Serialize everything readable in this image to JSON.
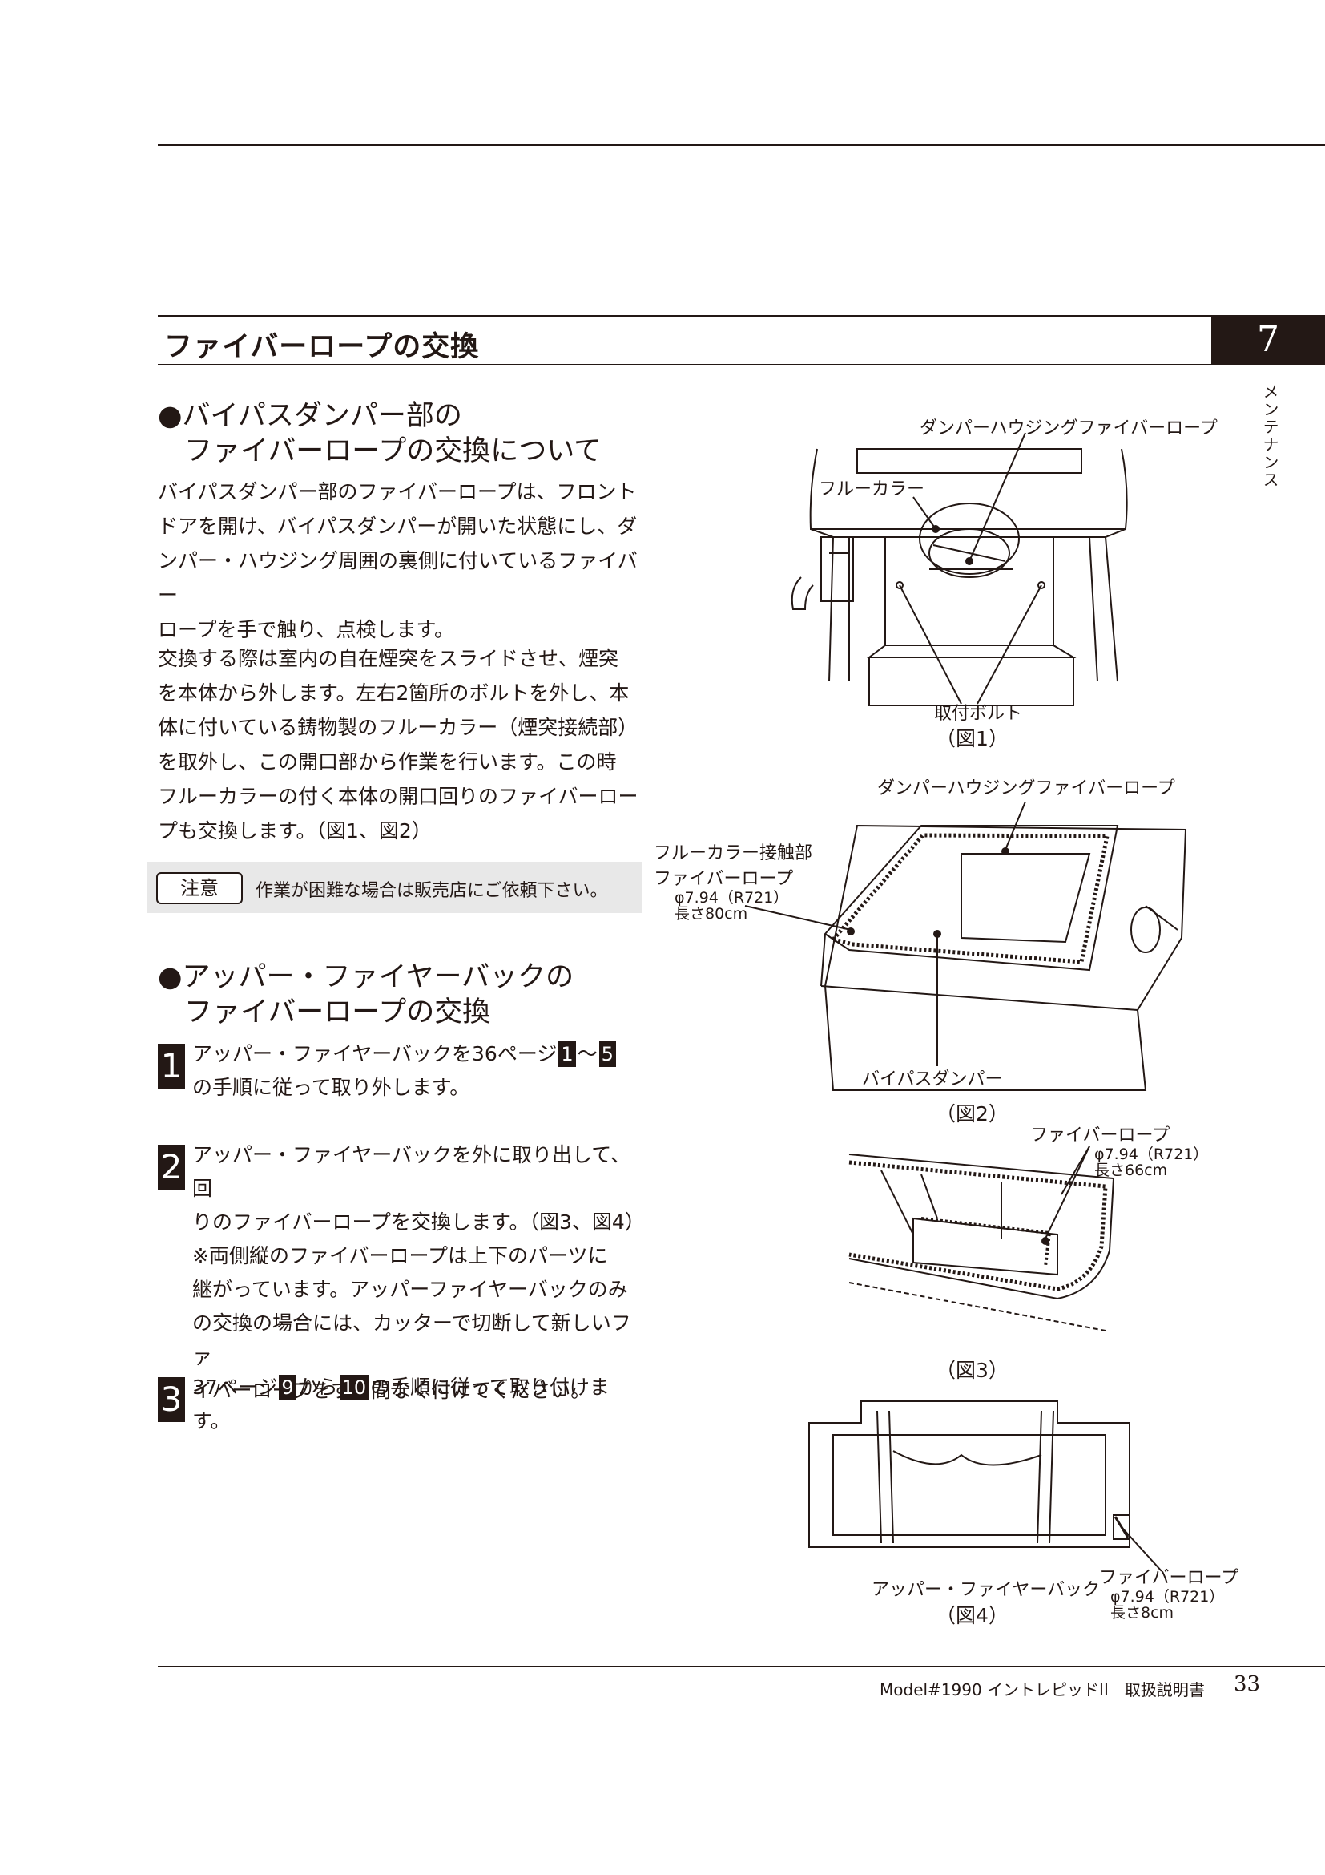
{
  "section": {
    "title": "ファイバーロープの交換",
    "chapter": "7",
    "side_label": "メンテナンス"
  },
  "bypass": {
    "heading": [
      "●バイパスダンパー部の",
      "ファイバーロープの交換について"
    ],
    "para1": [
      "バイパスダンパー部のファイバーロープは、フロント",
      "ドアを開け、バイパスダンパーが開いた状態にし、ダ",
      "ンパー・ハウジング周囲の裏側に付いているファイバー",
      "ロープを手で触り、点検します。"
    ],
    "para2": [
      "交換する際は室内の自在煙突をスライドさせ、煙突",
      "を本体から外します。左右2箇所のボルトを外し、本",
      "体に付いている鋳物製のフルーカラー（煙突接続部）",
      "を取外し、この開口部から作業を行います。この時",
      "フルーカラーの付く本体の開口回りのファイバーロー",
      "プも交換します。（図1、図2）"
    ]
  },
  "note": {
    "label": "注意",
    "text": "作業が困難な場合は販売店にご依頼下さい。"
  },
  "upper": {
    "heading": [
      "●アッパー・ファイヤーバックの",
      "ファイバーロープの交換"
    ],
    "step1": {
      "no": "1",
      "pre": "アッパー・ファイヤーバックを36ページ",
      "ref1": "1",
      "tilde": "～",
      "ref2": "5",
      "line2": "の手順に従って取り外します。"
    },
    "step2": {
      "no": "2",
      "lines": [
        "アッパー・ファイヤーバックを外に取り出して、回",
        "りのファイバーロープを交換します。（図3、図4）",
        "※両側縦のファイバーロープは上下のパーツに",
        "継がっています。アッパーファイヤーバックのみ",
        "の交換の場合には、カッターで切断して新しいファ",
        "イバーロープをすき間なく付けてください。"
      ]
    },
    "step3": {
      "no": "3",
      "pre": "37ページ",
      "ref1": "9",
      "mid": "から",
      "ref2": "10",
      "post": "の手順に従って取り付けます。"
    }
  },
  "fig1": {
    "label_top": "ダンパーハウジングファイバーロープ",
    "label_flue": "フルーカラー",
    "label_bolt": "取付ボルト",
    "caption": "（図1）"
  },
  "fig2": {
    "label_top": "ダンパーハウジングファイバーロープ",
    "label_left": [
      "フルーカラー接触部",
      "ファイバーロープ",
      "φ7.94（R721）",
      "長さ80cm"
    ],
    "label_bottom": "バイパスダンパー",
    "caption": "（図2）"
  },
  "fig3": {
    "label": [
      "ファイバーロープ",
      "φ7.94（R721）",
      "長さ66cm"
    ],
    "caption": "（図3）"
  },
  "fig4": {
    "label_left": "アッパー・ファイヤーバック",
    "label_right": [
      "ファイバーロープ",
      "φ7.94（R721）",
      "長さ8cm"
    ],
    "caption": "（図4）"
  },
  "footer": {
    "model": "Model#1990 イントレピッドII　取扱説明書",
    "page": "33"
  }
}
